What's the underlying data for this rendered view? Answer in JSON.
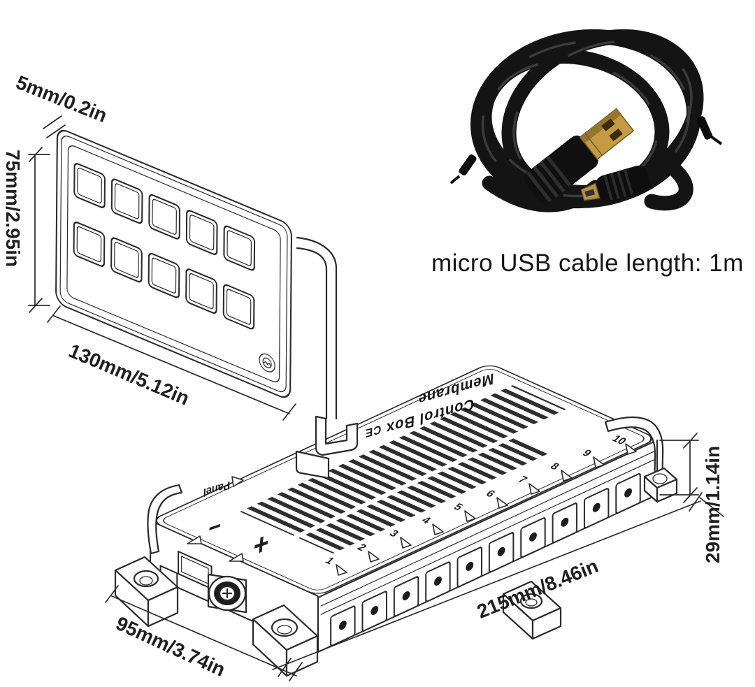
{
  "panel": {
    "dim_thickness": "5mm/0.2in",
    "dim_height": "75mm/2.95in",
    "dim_width": "130mm/5.12in"
  },
  "cable": {
    "caption": "micro USB cable length: 1m"
  },
  "box": {
    "print_line1": "Membrane",
    "print_line2": "Control Box",
    "ce_mark": "CE",
    "panel_port_label": "Panel",
    "minus_label": "−",
    "plus_label": "+",
    "terminal_numbers": [
      "1",
      "2",
      "3",
      "4",
      "5",
      "6",
      "7",
      "8",
      "9",
      "10"
    ],
    "dim_height": "29mm/1.14in",
    "dim_length": "215mm/8.46in",
    "dim_depth": "95mm/3.74in"
  },
  "colors": {
    "line": "#2a2a2a",
    "text": "#1b1b1b",
    "cable": "#141414",
    "connector_gold": "#c49a43",
    "background": "#ffffff"
  }
}
